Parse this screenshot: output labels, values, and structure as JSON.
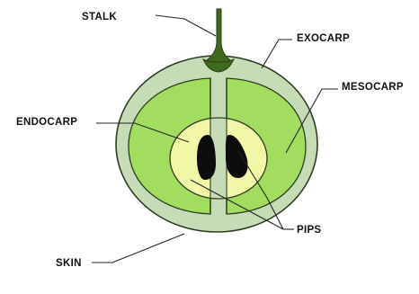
{
  "diagram": {
    "labels": {
      "stalk": "STALK",
      "exocarp": "EXOCARP",
      "mesocarp": "MESOCARP",
      "endocarp": "ENDOCARP",
      "pips": "PIPS",
      "skin": "SKIN"
    },
    "colors": {
      "skin": "#c6dcb6",
      "outline": "#2d3d22",
      "mesocarp": "#a2dd60",
      "endocarp": "#f1f7a6",
      "pips": "#0d0d0d",
      "stalk": "#3f6a1b",
      "leader": "#222222"
    }
  }
}
